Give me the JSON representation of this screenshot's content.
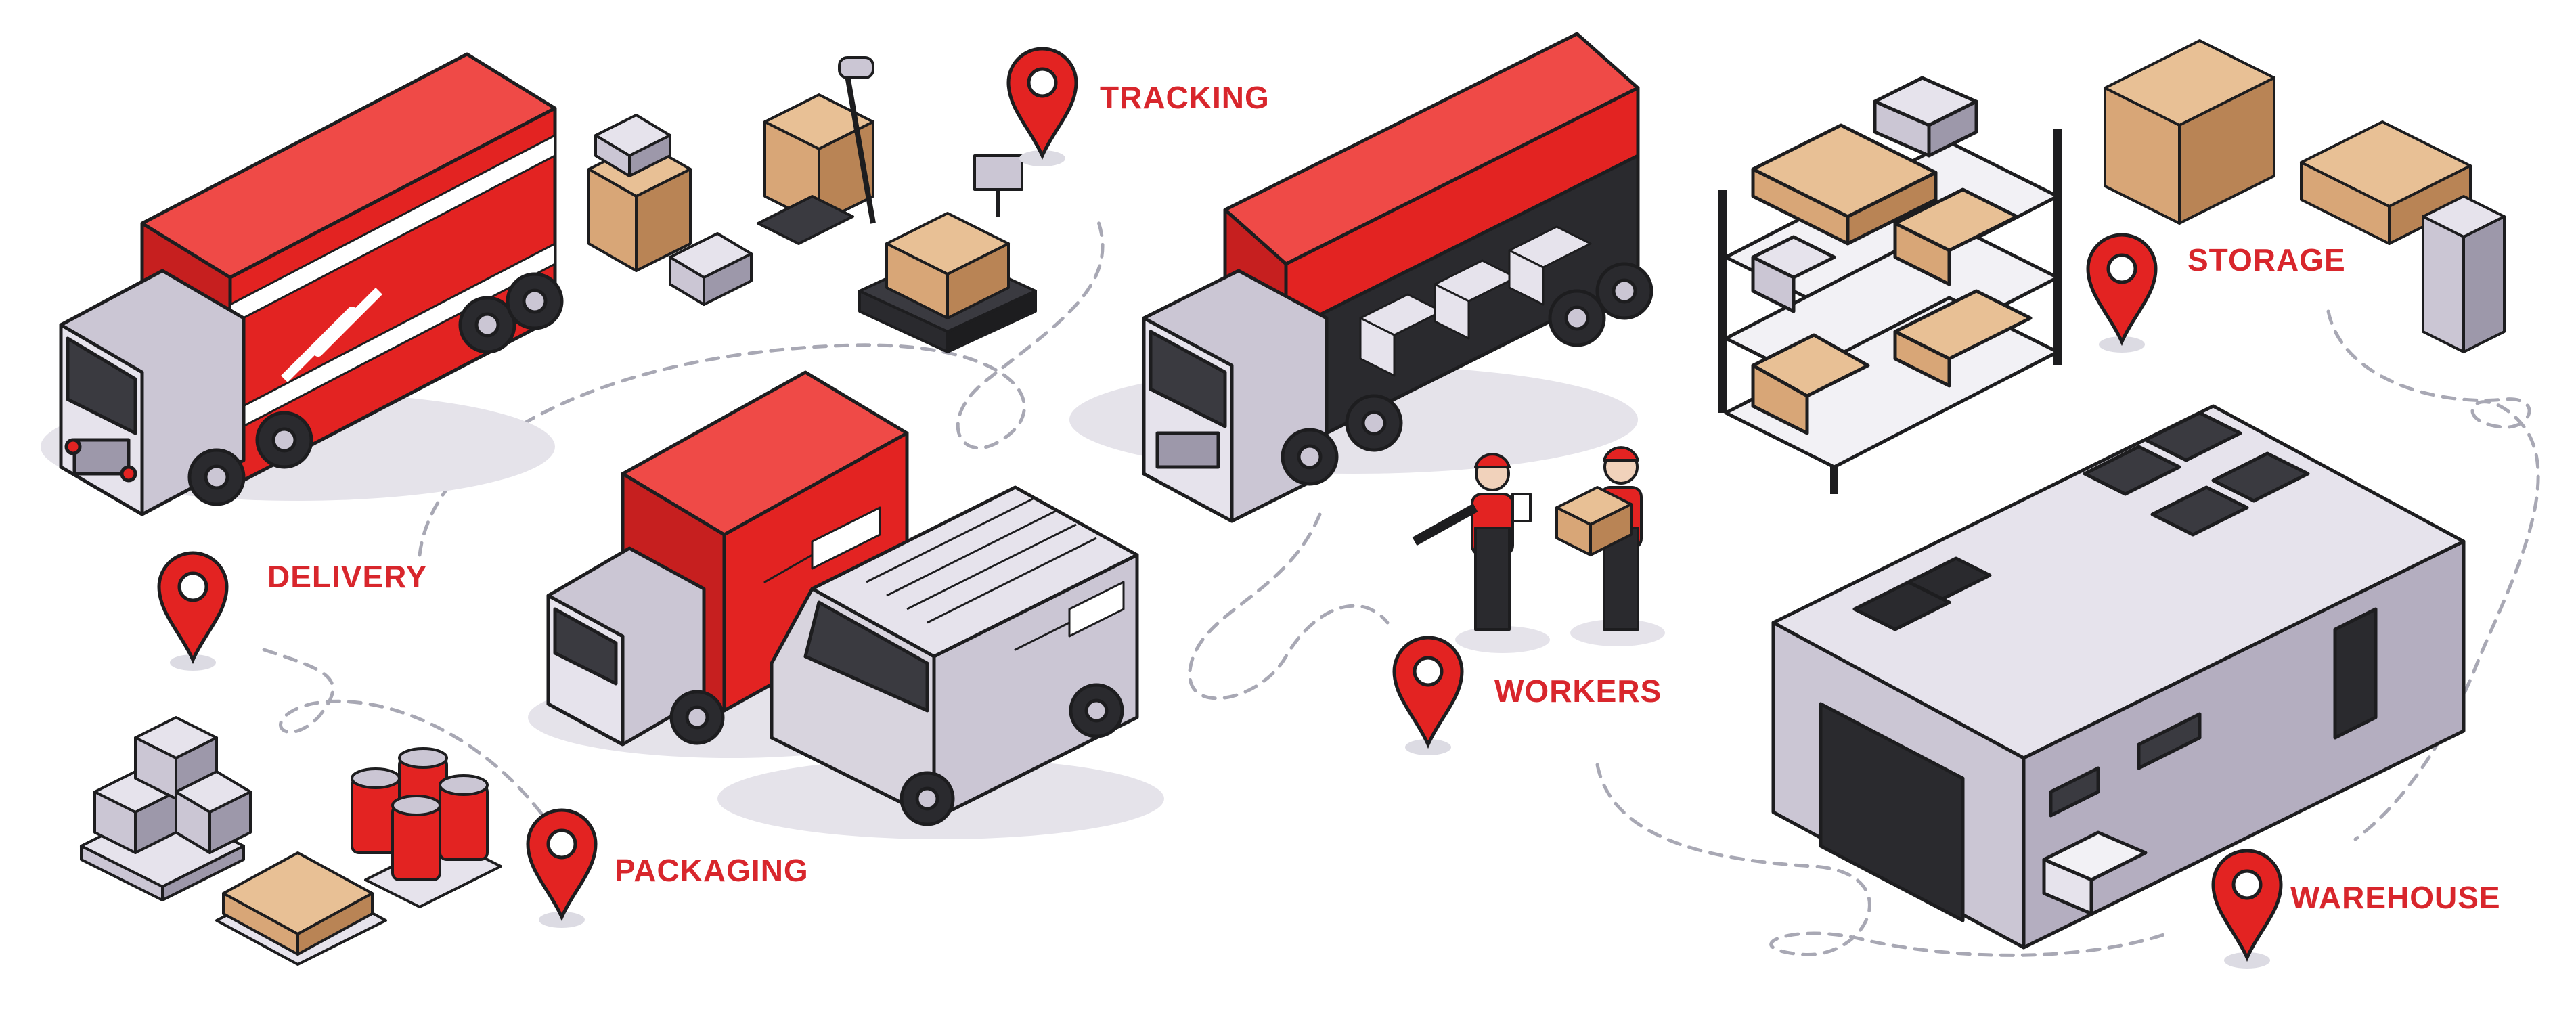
{
  "colors": {
    "red": "#e32322",
    "dark_red": "#b81c1c",
    "grey": "#cbc6d4",
    "grey_dark": "#9d98aa",
    "grey_light": "#e6e3ec",
    "cardboard": "#d8a677",
    "cardboard_dark": "#b98455",
    "outline": "#1d1d1f",
    "path": "#a8a8b4",
    "shadow": "#e5e3ea",
    "label": "#d8262c"
  },
  "labels": {
    "tracking": "TRACKING",
    "delivery": "DELIVERY",
    "packaging": "PACKAGING",
    "workers": "WORKERS",
    "storage": "STORAGE",
    "warehouse": "WAREHOUSE"
  },
  "icons": {
    "pin": "map-pin-icon"
  }
}
